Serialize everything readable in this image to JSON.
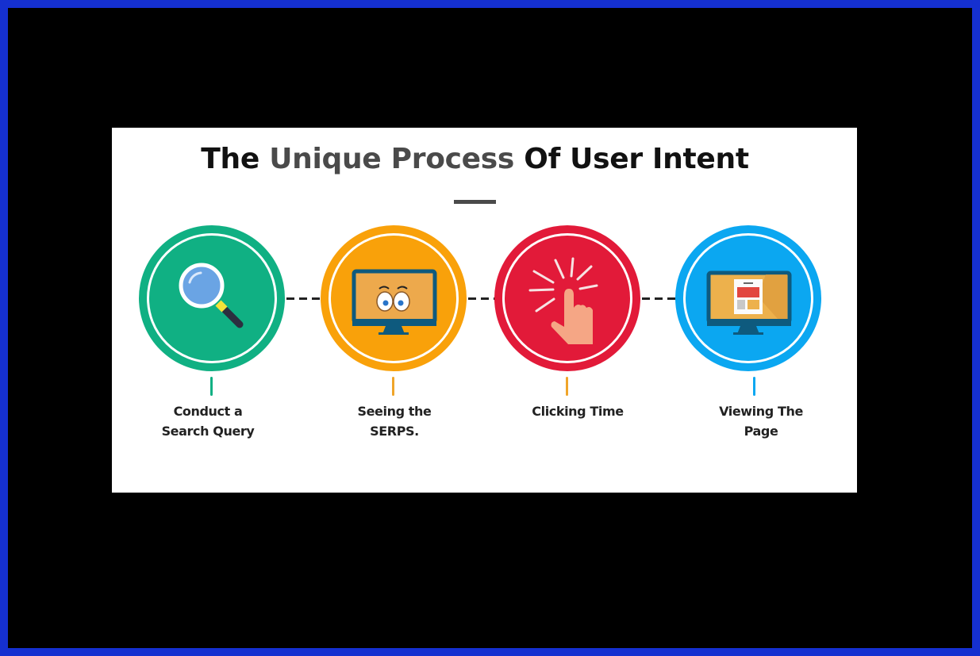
{
  "frame": {
    "border_color": "#1530d0",
    "background": "#000000"
  },
  "title": {
    "part1": "The ",
    "highlight": "Unique Process",
    "part2": " Of User Intent"
  },
  "steps": [
    {
      "label_line1": "Conduct a",
      "label_line2": "Search Query",
      "color": "#10b083",
      "icon": "magnifying-glass-icon"
    },
    {
      "label_line1": "Seeing the",
      "label_line2": "SERPS.",
      "color": "#f9a10a",
      "icon": "monitor-eyes-icon"
    },
    {
      "label_line1": "Clicking Time",
      "label_line2": "",
      "color": "#e21a39",
      "icon": "clicking-hand-icon"
    },
    {
      "label_line1": "Viewing The",
      "label_line2": "Page",
      "color": "#0ba7f1",
      "icon": "monitor-webpage-icon"
    }
  ]
}
